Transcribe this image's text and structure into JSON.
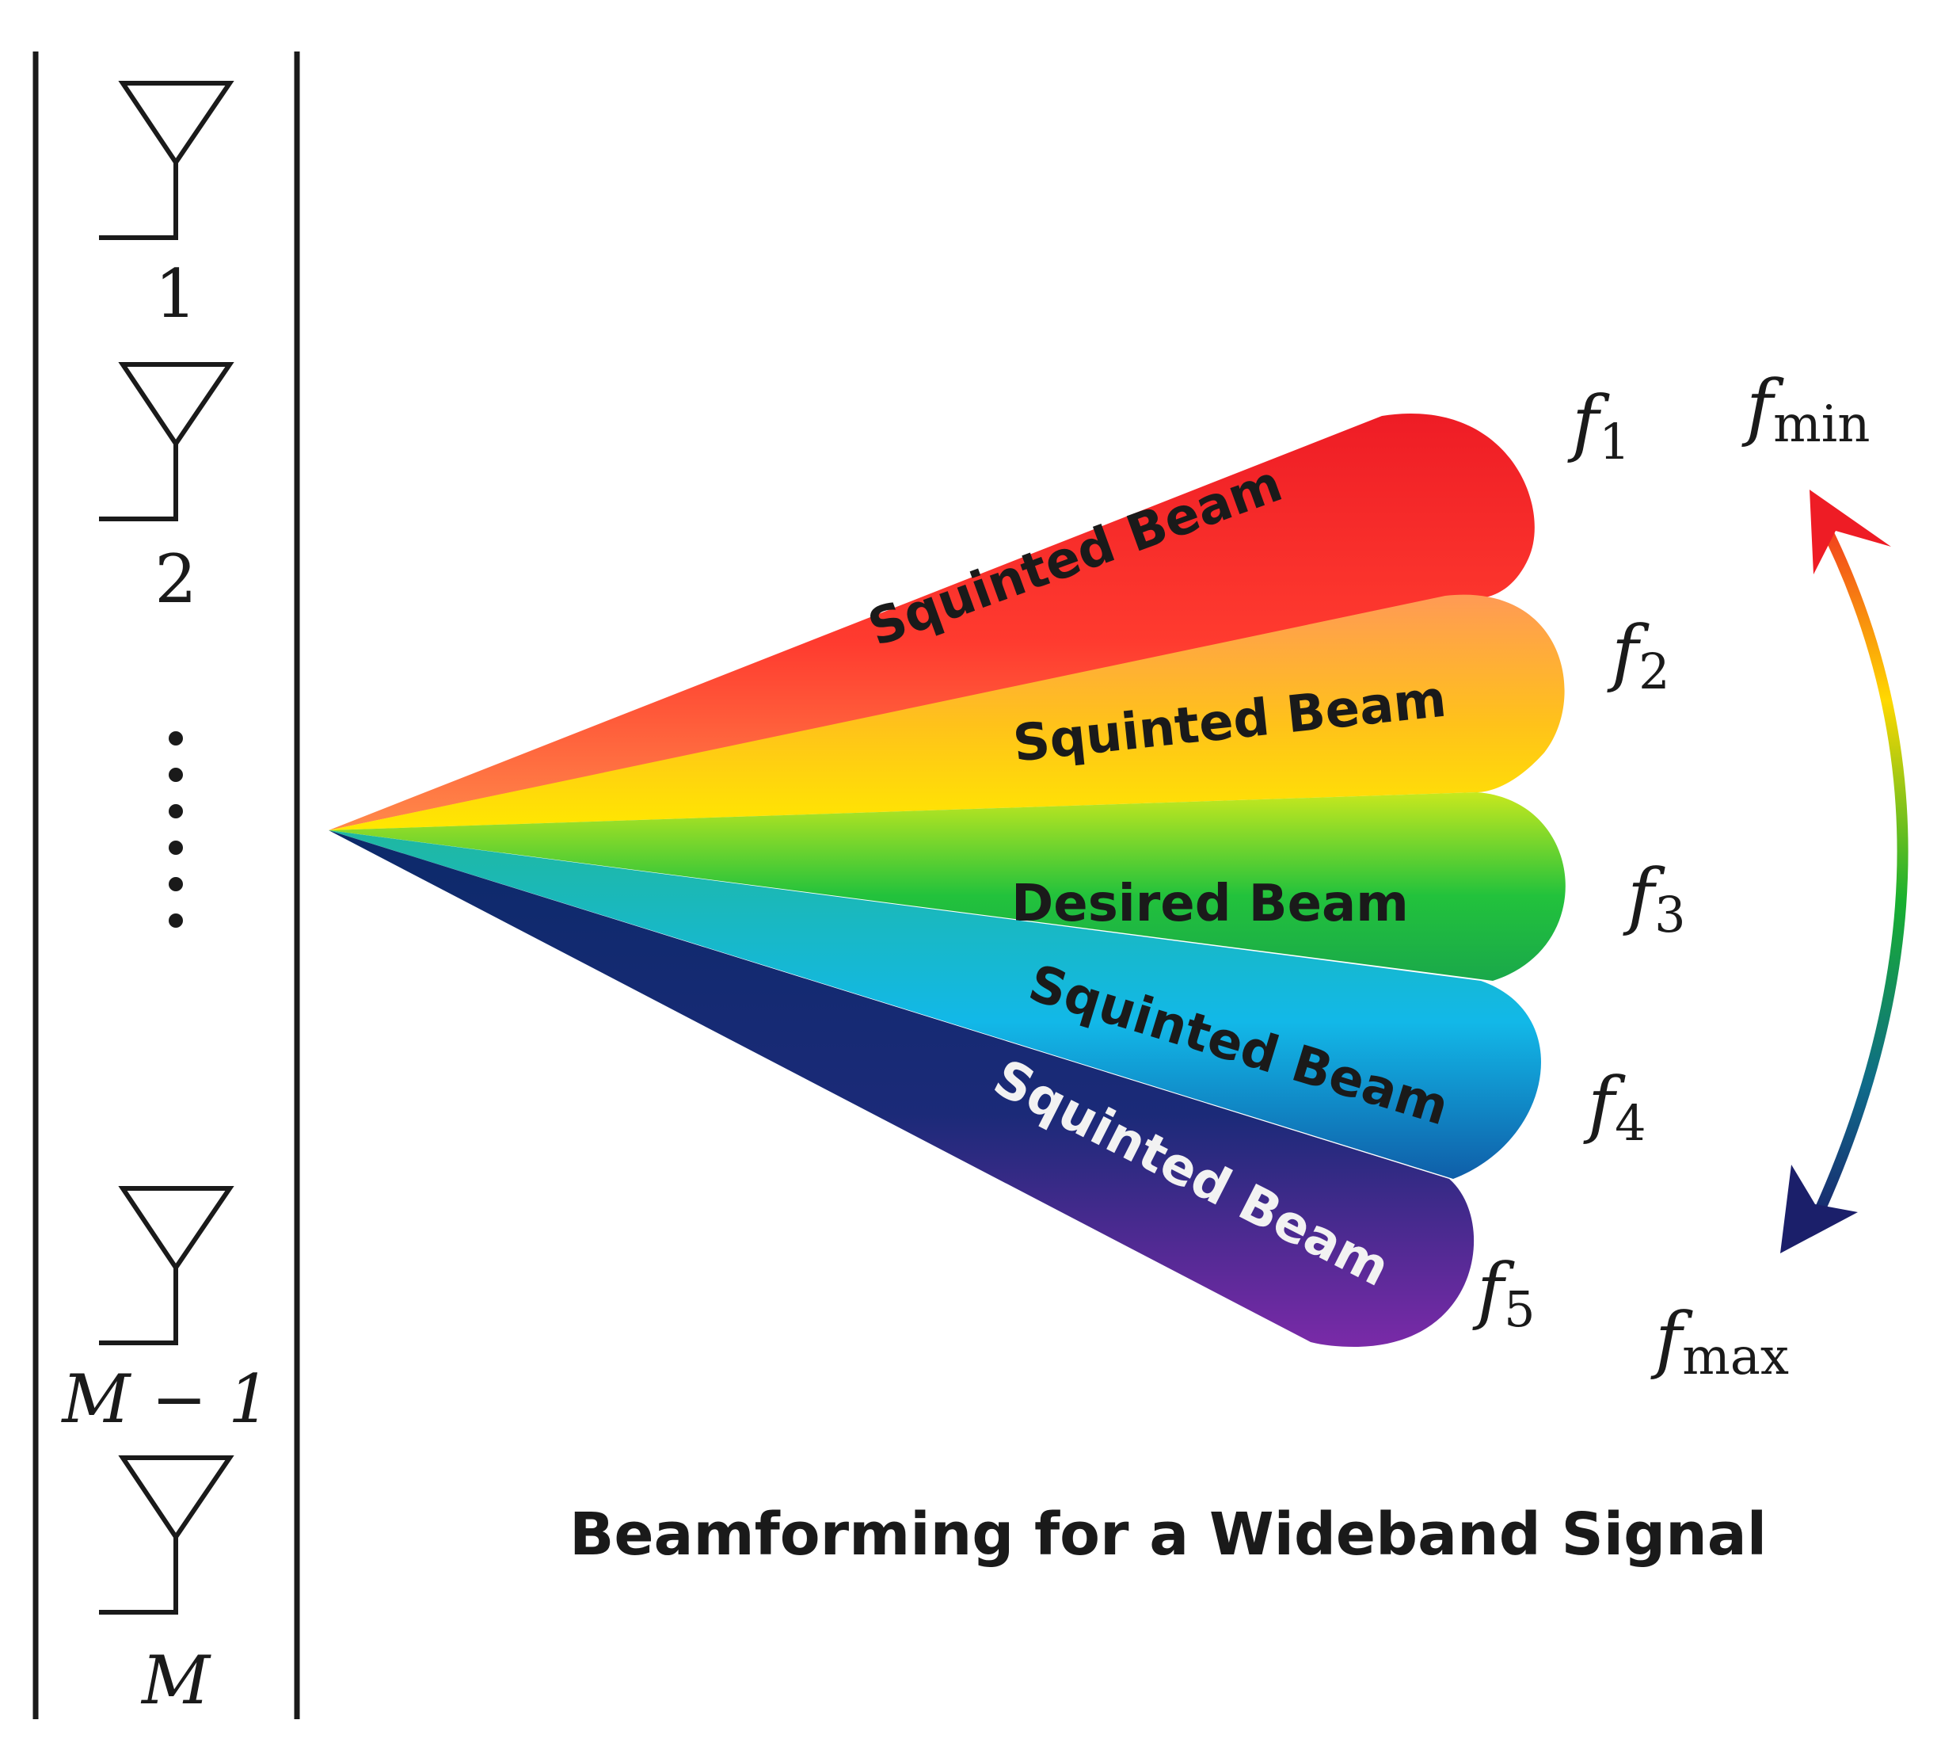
{
  "antennas": [
    {
      "label": "1"
    },
    {
      "label": "2"
    },
    {
      "label": "M − 1"
    },
    {
      "label": "M"
    }
  ],
  "beams": [
    {
      "label": "Squinted Beam",
      "freq_base": "f",
      "freq_sub": "1",
      "colors": [
        "#ee1c25",
        "#ff3b2f",
        "#ff8a4a"
      ],
      "text_color": "#1a1a1a"
    },
    {
      "label": "Squinted Beam",
      "freq_base": "f",
      "freq_sub": "2",
      "colors": [
        "#ff9a55",
        "#ffc21a",
        "#ffe800"
      ],
      "text_color": "#1a1a1a"
    },
    {
      "label": "Desired Beam",
      "freq_base": "f",
      "freq_sub": "3",
      "colors": [
        "#c7e81e",
        "#22c23c",
        "#1aa84a"
      ],
      "text_color": "#1a1a1a"
    },
    {
      "label": "Squinted Beam",
      "freq_base": "f",
      "freq_sub": "4",
      "colors": [
        "#1fb8a0",
        "#12b8e8",
        "#0f5ea8"
      ],
      "text_color": "#1a1a1a"
    },
    {
      "label": "Squinted Beam",
      "freq_base": "f",
      "freq_sub": "5",
      "colors": [
        "#0c2a6a",
        "#1b2a78",
        "#7a2aa8"
      ],
      "text_color": "#f2f2f2"
    }
  ],
  "range": {
    "min_base": "f",
    "min_sub": "min",
    "max_base": "f",
    "max_sub": "max",
    "arrow_colors": [
      "#ee1c25",
      "#ffd800",
      "#18b030",
      "#0f6a8a",
      "#1b1f6a"
    ]
  },
  "title": "Beamforming for a Wideband Signal"
}
